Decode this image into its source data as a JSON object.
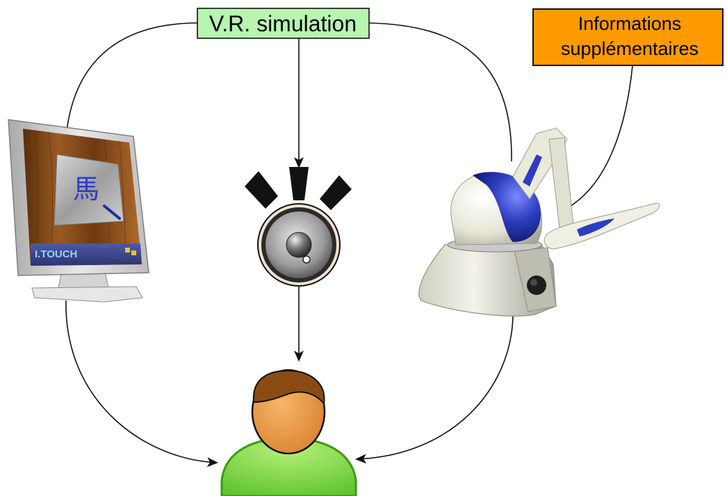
{
  "nodes": {
    "simulation": {
      "label": "V.R. simulation"
    },
    "extra_info": {
      "label_lines": [
        "Informations",
        "supplémentaires"
      ]
    },
    "screen": {
      "brand": "I.TOUCH",
      "glyph": "馬"
    }
  },
  "colors": {
    "simulation_box": "#b7f5b0",
    "extra_info_box": "#ff9a00",
    "head": "#e99a45",
    "hair": "#8a4b12",
    "body": "#7fd640",
    "body_outline": "#3c9a14",
    "robot_blue": "#2c3dbf",
    "robot_shell": "#e9e9dc"
  }
}
